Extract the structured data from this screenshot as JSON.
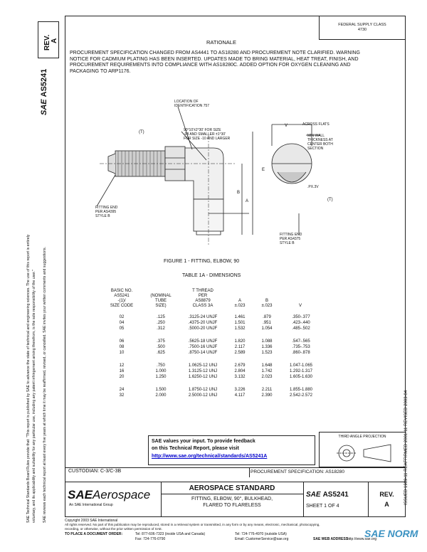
{
  "side_rev": {
    "label": "REV.",
    "value": "A"
  },
  "side_docno": "AS5241",
  "side_logo": "SAE",
  "disclaimer_lines": [
    "SAE Technical Standards Board Rules provide that: \"This report is published by SAE to advance the state of technical and engineering sciences. The use of this report is entirely",
    "voluntary, and its applicability and suitability for any particular use, including any patent infringement arising therefrom, is the sole responsibility of the user.\"",
    "SAE reviews each technical report at least every five years at which time it may be reaffirmed, revised, or cancelled. SAE invites your written comments and suggestions."
  ],
  "header_note": [
    "FEDERAL SUPPLY CLASS",
    "4730"
  ],
  "rationale_title": "RATIONALE",
  "rationale_text": "PROCUREMENT SPECIFICATION CHANGED FROM AS4441 TO AS18280 AND PROCUREMENT NOTE CLARIFIED. WARNING NOTICE FOR CADMIUM PLATING HAS BEEN INSERTED. UPDATES MADE TO BRING MATERIAL, HEAT TREAT, FINISH, AND PROCUREMENT REQUIREMENTS INTO COMPLIANCE WITH AS18280C. ADDED OPTION FOR OXYGEN CLEANING AND PACKAGING TO ARP1176.",
  "drawing": {
    "callouts": {
      "location": "LOCATION OF\nIDENTIFICATION 757",
      "t1": "(T)",
      "angle": "90°10'±2°30' FOR SIZE\n-08 AND SMALLER ±1°30'\nFOR SIZE -10 AND LARGER",
      "across": "ACROSS FLATS",
      "minwall": "MIN WALL\nTHICKNESS AT\nCENTER BOTH\nSECTION",
      "dim_v": "V",
      "dim_b": "B",
      "dim_a": "A",
      "dim_e": "E",
      "t_dia": ".PX.3V",
      "t2": "(T)",
      "fitend1": "FITTING END\nPER AS4395\nSTYLE B",
      "fitend2": "FITTING END\nPER AS4375\nSTYLE B"
    }
  },
  "figure_caption": "FIGURE 1 - FITTING, ELBOW, 90",
  "table_title": "TABLE 1A - DIMENSIONS",
  "table": {
    "headers": [
      [
        "BASIC NO.",
        "AS5241",
        "-(1)/",
        "SIZE CODE"
      ],
      [
        "",
        "(NOMINAL",
        "TUBE",
        "SIZE)"
      ],
      [
        "T THREAD",
        "PER",
        "AS8879",
        "CLASS 3A"
      ],
      [
        "",
        "",
        "A",
        "±.023"
      ],
      [
        "",
        "",
        "B",
        "±.023"
      ],
      [
        "",
        "",
        "",
        "V"
      ]
    ],
    "groups": [
      [
        [
          "02",
          ".125",
          ".3125-24 UNJF",
          "1.461",
          ".879",
          ".350-.377"
        ],
        [
          "04",
          ".250",
          ".4375-20 UNJF",
          "1.501",
          ".951",
          ".423-.440"
        ],
        [
          "05",
          ".312",
          ".5000-20 UNJF",
          "1.532",
          "1.054",
          ".485-.502"
        ]
      ],
      [
        [
          "06",
          ".375",
          ".5625-18 UNJF",
          "1.820",
          "1.088",
          ".547-.565"
        ],
        [
          "08",
          ".500",
          ".7500-16 UNJF",
          "2.117",
          "1.336",
          ".735-.753"
        ],
        [
          "10",
          ".625",
          ".8750-14 UNJF",
          "2.589",
          "1.523",
          ".860-.878"
        ]
      ],
      [
        [
          "12",
          ".750",
          "1.0625-12 UNJ",
          "2.679",
          "1.648",
          "1.047-1.065"
        ],
        [
          "16",
          "1.000",
          "1.3125-12 UNJ",
          "2.804",
          "1.742",
          "1.292-1.317"
        ],
        [
          "20",
          "1.250",
          "1.6250-12 UNJ",
          "3.132",
          "2.023",
          "1.605-1.630"
        ]
      ],
      [
        [
          "24",
          "1.500",
          "1.8750-12 UNJ",
          "3.226",
          "2.211",
          "1.855-1.880"
        ],
        [
          "32",
          "2.000",
          "2.5000-12 UNJ",
          "4.117",
          "2.390",
          "2.542-2.572"
        ]
      ]
    ]
  },
  "right_margin_vertical": "ISSUED 1989-11     REAFFIRMED 2001-11     REVISED 2003-04",
  "feedback": {
    "line1": "SAE values your input. To provide feedback",
    "line2": "on this Technical Report, please visit",
    "link": "http://www.sae.org/technical/standards/AS5241A"
  },
  "projection_label": "THIRD ANGLE PROJECTION",
  "custodian": "CUSTODIAN: C-3/C-3B",
  "procurement_spec": "PROCUREMENT SPECIFICATION: AS18280",
  "title_block": {
    "logo": "SAE",
    "brand": "Aerospace",
    "brand_sub": "An SAE International Group",
    "standard": "AEROSPACE STANDARD",
    "part_title_1": "FITTING, ELBOW, 90°, BULKHEAD,",
    "part_title_2": "FLARED TO FLARELESS",
    "docno_logo": "SAE",
    "docno": "AS5241",
    "sheet": "SHEET 1 OF 4",
    "rev_label": "REV.",
    "rev_value": "A"
  },
  "footer": {
    "copyright": "Copyright 2003 SAE International",
    "rights": "All rights reserved. No part of this publication may be reproduced, stored in a retrieval system or transmitted, in any form or by any means, electronic, mechanical, photocopying,",
    "rights2": "recording, or otherwise, without the prior written permission of SAE.",
    "order": "TO PLACE A DOCUMENT ORDER:",
    "tel": "Tel: 877-606-7323 (inside USA and Canada)",
    "tel2": "Tel: 724-776-4970 (outside USA)",
    "fax": "Fax: 724-776-0790",
    "email": "Email: CustomerService@sae.org",
    "web": "SAE WEB ADDRESS:",
    "web_url": "http://www.sae.org"
  },
  "watermark": "SAE NORM"
}
